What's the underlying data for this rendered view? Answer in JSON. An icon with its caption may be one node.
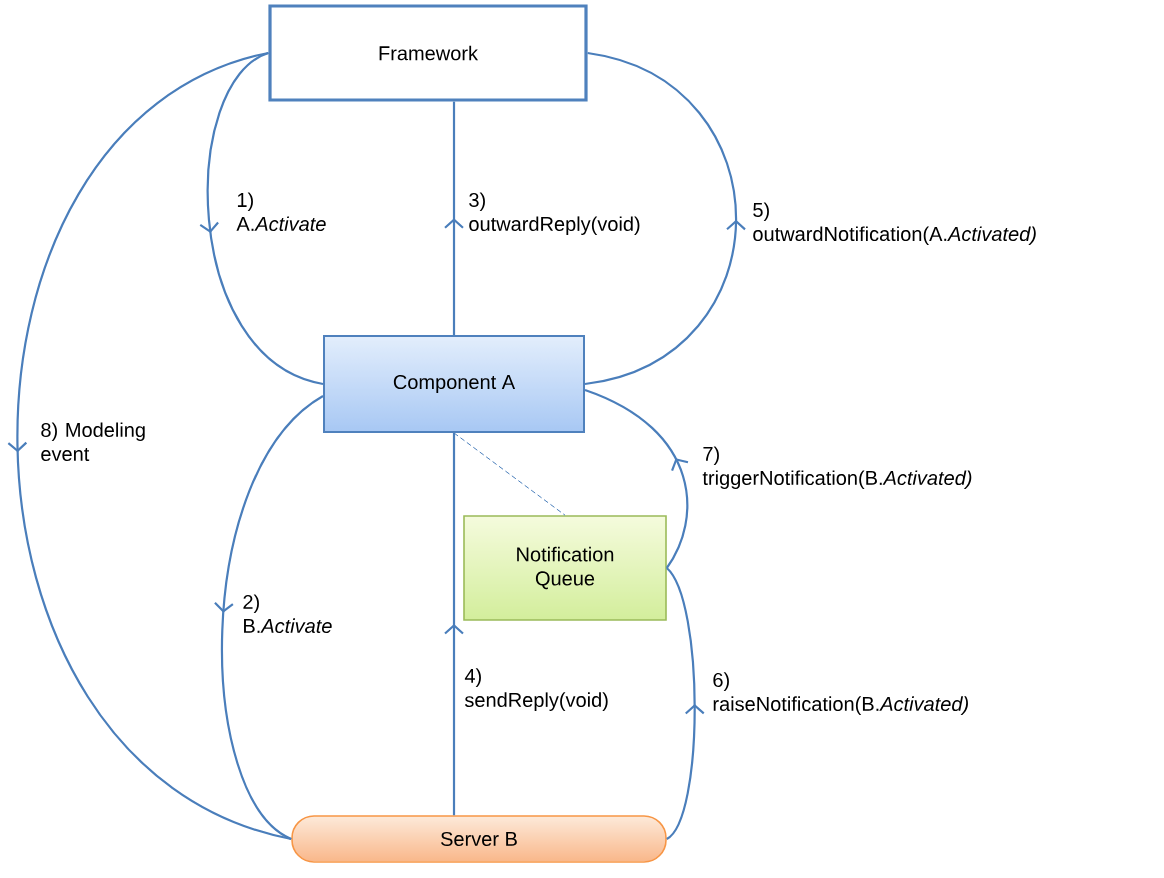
{
  "diagram": {
    "nodes": [
      {
        "text": [
          "Framework"
        ]
      },
      {
        "text": [
          "Component A"
        ]
      },
      {
        "text": [
          "Notification Queue"
        ]
      },
      {
        "text": [
          "Server B"
        ]
      }
    ],
    "edges": [
      {
        "from": 0,
        "to": 1,
        "arrow": "to",
        "label": "1) A.*Activate*"
      },
      {
        "from": 1,
        "to": 0,
        "arrow": "to",
        "label": "3) outwardReply(void)"
      },
      {
        "from": 1,
        "to": 0,
        "arrow": "to",
        "label": "5) outwardNotification(A.*Activated)*"
      },
      {
        "from": 1,
        "to": 3,
        "arrow": "to",
        "label": "2) B.*Activate*"
      },
      {
        "from": 3,
        "to": 1,
        "arrow": "to",
        "label": "4) sendReply(void)"
      },
      {
        "from": 3,
        "to": 2,
        "arrow": "to",
        "label": "6) raiseNotification(B.*Activated)*"
      },
      {
        "from": 2,
        "to": 1,
        "arrow": "to",
        "label": "7) triggerNotification(B.*Activated)*"
      },
      {
        "from": 0,
        "to": 3,
        "arrow": "to",
        "label": "8) Modeling event"
      },
      {
        "from": 1,
        "to": 2,
        "arrow": "none",
        "style": "dashed"
      }
    ]
  }
}
